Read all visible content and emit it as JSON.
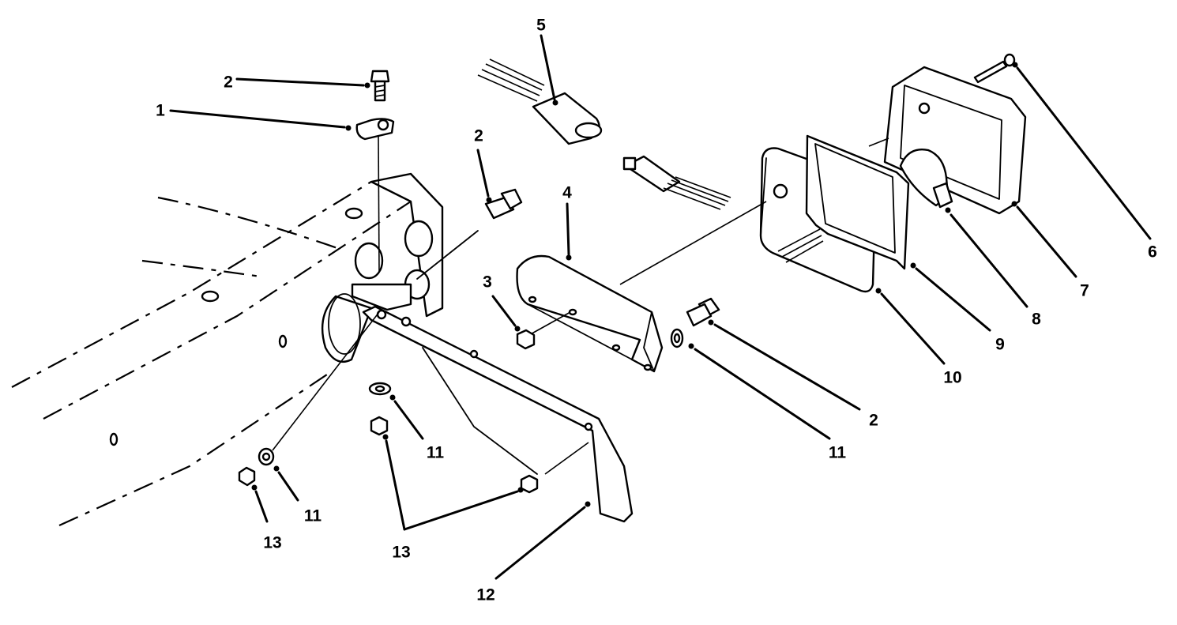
{
  "callouts": {
    "c1": "1",
    "c2_top": "2",
    "c2_mid": "2",
    "c2_right": "2",
    "c3": "3",
    "c4": "4",
    "c5": "5",
    "c6": "6",
    "c7": "7",
    "c8": "8",
    "c9": "9",
    "c10": "10",
    "c11_center": "11",
    "c11_left": "11",
    "c11_right": "11",
    "c12": "12",
    "c13_left": "13",
    "c13_center": "13"
  }
}
